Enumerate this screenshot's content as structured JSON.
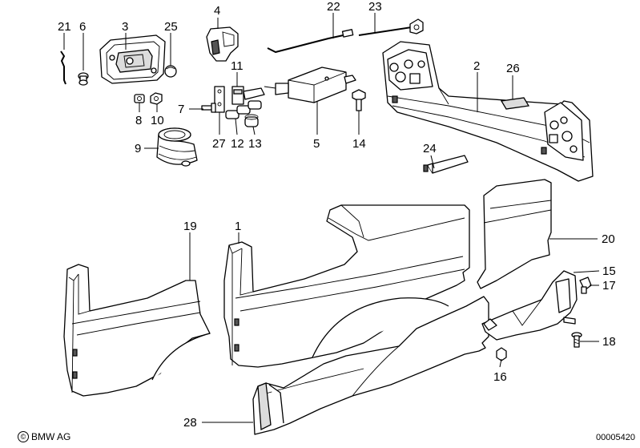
{
  "callouts": [
    "21",
    "6",
    "3",
    "25",
    "4",
    "22",
    "23",
    "2",
    "26",
    "11",
    "7",
    "8",
    "10",
    "27",
    "12",
    "13",
    "5",
    "14",
    "9",
    "24",
    "19",
    "1",
    "20",
    "15",
    "17",
    "18",
    "16",
    "28"
  ],
  "footer": {
    "brand_symbol": "©",
    "brand_text": "BMW AG",
    "doc_number": "00005420"
  },
  "colors": {
    "line": "#000000",
    "background": "#ffffff"
  }
}
